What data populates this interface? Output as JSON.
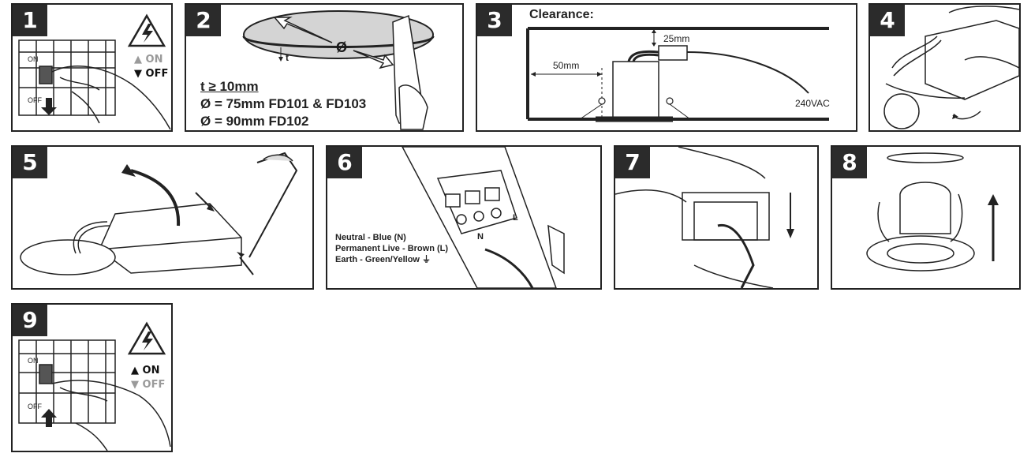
{
  "steps": [
    {
      "number": "1"
    },
    {
      "number": "2"
    },
    {
      "number": "3"
    },
    {
      "number": "4"
    },
    {
      "number": "5"
    },
    {
      "number": "6"
    },
    {
      "number": "7"
    },
    {
      "number": "8"
    },
    {
      "number": "9"
    }
  ],
  "breaker": {
    "on_label": "ON",
    "off_label": "OFF",
    "switch_on": "ON",
    "switch_off": "OFF"
  },
  "step2": {
    "diameter_symbol": "Ø",
    "thickness_symbol": "t",
    "lines": [
      "t ≥ 10mm",
      "Ø = 75mm FD101 & FD103",
      "Ø = 90mm FD102"
    ]
  },
  "step3": {
    "title": "Clearance:",
    "top_gap": "25mm",
    "side_gap": "50mm",
    "voltage": "240VAC"
  },
  "step6": {
    "wires": [
      "Neutral - Blue (N)",
      "Permanent Live - Brown (L)",
      "Earth - Green/Yellow ⏚"
    ],
    "terminal_n": "N",
    "terminal_l": "L"
  },
  "colors": {
    "number_bg": "#2b2b2b",
    "line": "#222222",
    "muted": "#9a9a9a"
  }
}
